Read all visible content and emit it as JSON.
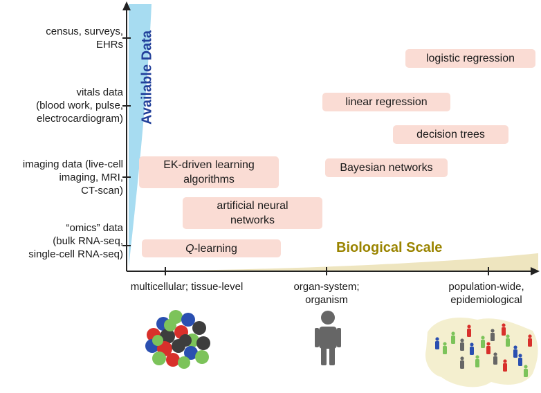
{
  "y_axis": {
    "title": "Available Data",
    "labels": [
      [
        "census, surveys,",
        "EHRs"
      ],
      [
        "vitals data",
        "(blood work, pulse,",
        "electrocardiogram)"
      ],
      [
        "imaging data (live-cell",
        "imaging, MRI,",
        "CT-scan)"
      ],
      [
        "“omics” data",
        "(bulk RNA-seq,",
        "single-cell RNA-seq)"
      ]
    ]
  },
  "x_axis": {
    "title": "Biological Scale",
    "labels": [
      [
        "multicellular; tissue-level"
      ],
      [
        "organ-system;",
        "organism"
      ],
      [
        "population-wide,",
        "epidemiological"
      ]
    ]
  },
  "methods": [
    {
      "lines": [
        "logistic regression"
      ],
      "italic_first_letter": false
    },
    {
      "lines": [
        "linear regression"
      ],
      "italic_first_letter": false
    },
    {
      "lines": [
        "decision trees"
      ],
      "italic_first_letter": false
    },
    {
      "lines": [
        "EK-driven learning",
        "algorithms"
      ],
      "italic_first_letter": false
    },
    {
      "lines": [
        "Bayesian networks"
      ],
      "italic_first_letter": false
    },
    {
      "lines": [
        "artificial neural",
        "networks"
      ],
      "italic_first_letter": false
    },
    {
      "lines": [
        "Q-learning"
      ],
      "italic_first_letter": true
    }
  ],
  "colors": {
    "y_wedge": "#a7dcf1",
    "x_wedge": "#eee5bf",
    "method_box": "#fadcd4",
    "y_title": "#22409a",
    "x_title": "#9a8400",
    "cell_red": "#d8302b",
    "cell_blue": "#2a4fb0",
    "cell_green": "#7cc35a",
    "cell_gray": "#3d3d3d",
    "person_gray": "#666666",
    "map_fill": "#f4efcf"
  },
  "icons": [
    "cell-cluster-icon",
    "person-icon",
    "population-map-icon"
  ]
}
